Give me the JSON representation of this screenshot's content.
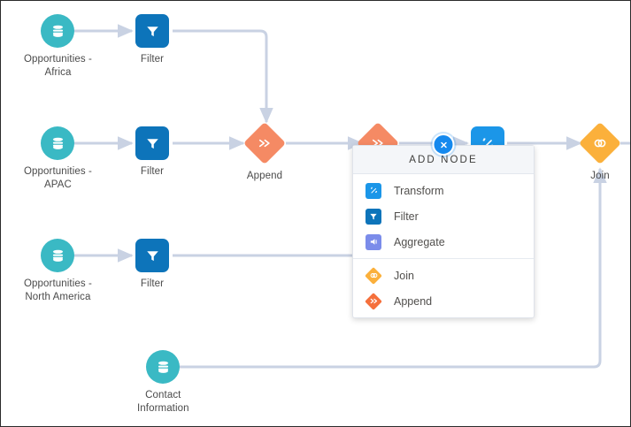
{
  "canvas": {
    "edge_color": "#c9d2e3",
    "background": "#ffffff"
  },
  "nodes": [
    {
      "id": "ds-africa",
      "type": "dataset",
      "icon": "database-icon",
      "label": "Opportunities -\nAfrica",
      "color": "#3ab9c4"
    },
    {
      "id": "filter-1",
      "type": "filter",
      "icon": "funnel-icon",
      "label": "Filter",
      "color": "#0d74ba"
    },
    {
      "id": "ds-apac",
      "type": "dataset",
      "icon": "database-icon",
      "label": "Opportunities -\nAPAC",
      "color": "#3ab9c4"
    },
    {
      "id": "filter-2",
      "type": "filter",
      "icon": "funnel-icon",
      "label": "Filter",
      "color": "#0d74ba"
    },
    {
      "id": "append-1",
      "type": "append",
      "icon": "append-icon",
      "label": "Append",
      "color": "#f58a64"
    },
    {
      "id": "ds-na",
      "type": "dataset",
      "icon": "database-icon",
      "label": "Opportunities -\nNorth America",
      "color": "#3ab9c4"
    },
    {
      "id": "filter-3",
      "type": "filter",
      "icon": "funnel-icon",
      "label": "Filter",
      "color": "#0d74ba"
    },
    {
      "id": "append-2",
      "type": "append",
      "icon": "append-icon",
      "label": "",
      "color": "#f58a64"
    },
    {
      "id": "transform-1",
      "type": "transform",
      "icon": "wand-icon",
      "label": "",
      "color": "#1b96e8"
    },
    {
      "id": "join-1",
      "type": "join",
      "icon": "join-icon",
      "label": "Join",
      "color": "#fbb03b"
    },
    {
      "id": "ds-contact",
      "type": "dataset",
      "icon": "database-icon",
      "label": "Contact\nInformation",
      "color": "#3ab9c4"
    }
  ],
  "labels": {
    "ds_africa": "Opportunities -\nAfrica",
    "filter_1": "Filter",
    "ds_apac": "Opportunities -\nAPAC",
    "filter_2": "Filter",
    "append_1": "Append",
    "ds_na": "Opportunities -\nNorth America",
    "filter_3": "Filter",
    "join_1": "Join",
    "ds_contact": "Contact\nInformation"
  },
  "popup": {
    "title": "ADD NODE",
    "close_icon": "close-icon",
    "accent": "#1589ee",
    "groups": [
      {
        "items": [
          {
            "label": "Transform",
            "icon": "transform-icon",
            "color": "#1b96e8"
          },
          {
            "label": "Filter",
            "icon": "filter-icon",
            "color": "#0d74ba"
          },
          {
            "label": "Aggregate",
            "icon": "aggregate-icon",
            "color": "#7b8cea"
          }
        ]
      },
      {
        "items": [
          {
            "label": "Join",
            "icon": "join-icon",
            "color": "#fbb03b"
          },
          {
            "label": "Append",
            "icon": "append-icon",
            "color": "#f5703c"
          }
        ]
      }
    ]
  }
}
